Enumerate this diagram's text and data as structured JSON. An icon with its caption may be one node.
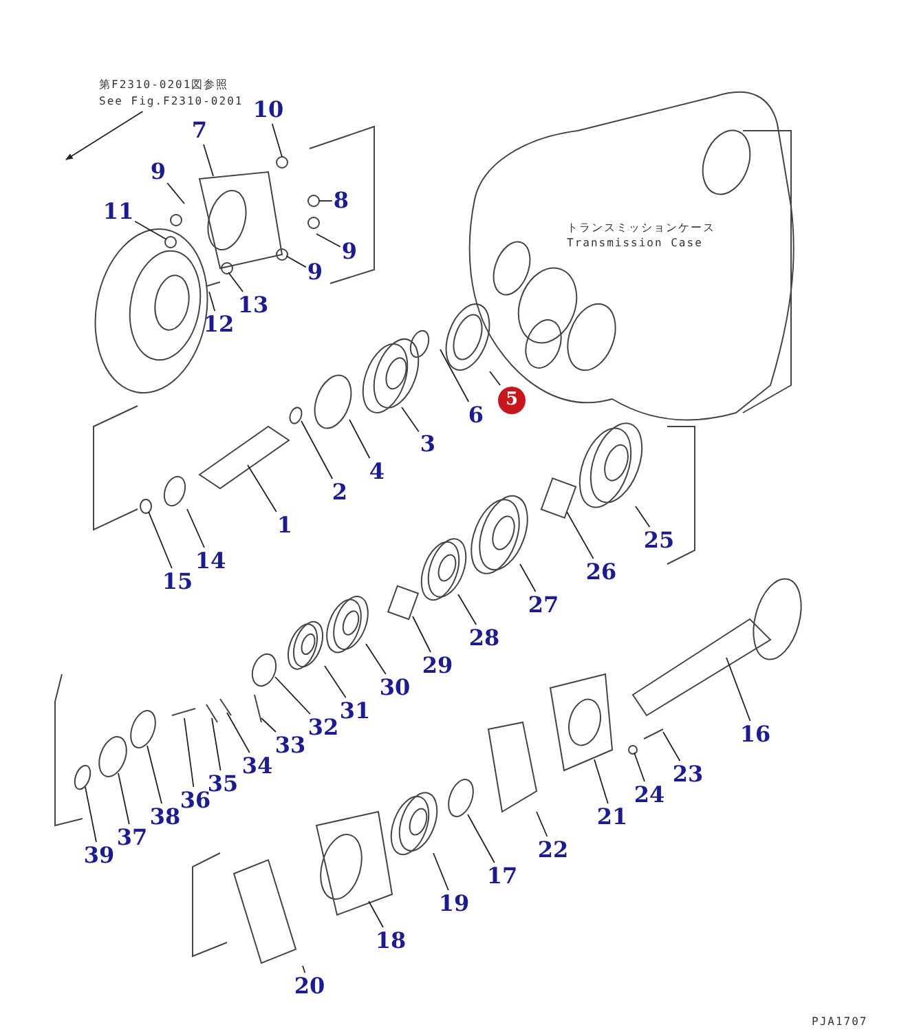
{
  "diagram": {
    "nodes": [
      {
        "text": [
          "第F2310-0201図参照",
          "See Fig.F2310-0201"
        ]
      },
      {
        "text": [
          "10"
        ]
      },
      {
        "text": [
          "7"
        ]
      },
      {
        "text": [
          "9"
        ]
      },
      {
        "text": [
          "11"
        ]
      },
      {
        "text": [
          "8"
        ]
      },
      {
        "text": [
          "9"
        ]
      },
      {
        "text": [
          "9"
        ]
      },
      {
        "text": [
          "13"
        ]
      },
      {
        "text": [
          "12"
        ]
      },
      {
        "text": [
          "6"
        ]
      },
      {
        "text": [
          "5"
        ]
      },
      {
        "text": [
          "3"
        ]
      },
      {
        "text": [
          "4"
        ]
      },
      {
        "text": [
          "2"
        ]
      },
      {
        "text": [
          "1"
        ]
      },
      {
        "text": [
          "25"
        ]
      },
      {
        "text": [
          "14"
        ]
      },
      {
        "text": [
          "15"
        ]
      },
      {
        "text": [
          "26"
        ]
      },
      {
        "text": [
          "27"
        ]
      },
      {
        "text": [
          "28"
        ]
      },
      {
        "text": [
          "29"
        ]
      },
      {
        "text": [
          "30"
        ]
      },
      {
        "text": [
          "31"
        ]
      },
      {
        "text": [
          "32"
        ]
      },
      {
        "text": [
          "33"
        ]
      },
      {
        "text": [
          "34"
        ]
      },
      {
        "text": [
          "35"
        ]
      },
      {
        "text": [
          "36"
        ]
      },
      {
        "text": [
          "16"
        ]
      },
      {
        "text": [
          "38"
        ]
      },
      {
        "text": [
          "23"
        ]
      },
      {
        "text": [
          "24"
        ]
      },
      {
        "text": [
          "37"
        ]
      },
      {
        "text": [
          "39"
        ]
      },
      {
        "text": [
          "21"
        ]
      },
      {
        "text": [
          "22"
        ]
      },
      {
        "text": [
          "17"
        ]
      },
      {
        "text": [
          "19"
        ]
      },
      {
        "text": [
          "18"
        ]
      },
      {
        "text": [
          "20"
        ]
      }
    ],
    "edges": [
      {
        "from": 0,
        "to": null,
        "arrow": "to"
      },
      {
        "from": 1,
        "to": null,
        "arrow": "none"
      },
      {
        "from": 2,
        "to": null,
        "arrow": "none"
      },
      {
        "from": 3,
        "to": null,
        "arrow": "none"
      },
      {
        "from": 4,
        "to": null,
        "arrow": "none"
      },
      {
        "from": 5,
        "to": null,
        "arrow": "none"
      },
      {
        "from": 6,
        "to": null,
        "arrow": "none"
      },
      {
        "from": 7,
        "to": null,
        "arrow": "none"
      },
      {
        "from": 8,
        "to": null,
        "arrow": "none"
      },
      {
        "from": 9,
        "to": null,
        "arrow": "none"
      },
      {
        "from": 10,
        "to": null,
        "arrow": "none"
      },
      {
        "from": 11,
        "to": null,
        "arrow": "none"
      },
      {
        "from": 12,
        "to": null,
        "arrow": "none"
      },
      {
        "from": 13,
        "to": null,
        "arrow": "none"
      },
      {
        "from": 14,
        "to": null,
        "arrow": "none"
      },
      {
        "from": 15,
        "to": null,
        "arrow": "none"
      },
      {
        "from": 16,
        "to": null,
        "arrow": "none"
      },
      {
        "from": 17,
        "to": null,
        "arrow": "none"
      },
      {
        "from": 18,
        "to": null,
        "arrow": "none"
      },
      {
        "from": 19,
        "to": null,
        "arrow": "none"
      },
      {
        "from": 20,
        "to": null,
        "arrow": "none"
      },
      {
        "from": 21,
        "to": null,
        "arrow": "none"
      },
      {
        "from": 22,
        "to": null,
        "arrow": "none"
      },
      {
        "from": 23,
        "to": null,
        "arrow": "none"
      },
      {
        "from": 24,
        "to": null,
        "arrow": "none"
      },
      {
        "from": 25,
        "to": null,
        "arrow": "none"
      },
      {
        "from": 26,
        "to": null,
        "arrow": "none"
      },
      {
        "from": 27,
        "to": null,
        "arrow": "none"
      },
      {
        "from": 28,
        "to": null,
        "arrow": "none"
      },
      {
        "from": 29,
        "to": null,
        "arrow": "none"
      },
      {
        "from": 30,
        "to": null,
        "arrow": "none"
      },
      {
        "from": 31,
        "to": null,
        "arrow": "none"
      },
      {
        "from": 32,
        "to": null,
        "arrow": "none"
      },
      {
        "from": 33,
        "to": null,
        "arrow": "none"
      },
      {
        "from": 34,
        "to": null,
        "arrow": "none"
      },
      {
        "from": 35,
        "to": null,
        "arrow": "none"
      },
      {
        "from": 36,
        "to": null,
        "arrow": "none"
      },
      {
        "from": 37,
        "to": null,
        "arrow": "none"
      },
      {
        "from": 38,
        "to": null,
        "arrow": "none"
      },
      {
        "from": 39,
        "to": null,
        "arrow": "none"
      },
      {
        "from": 40,
        "to": null,
        "arrow": "none"
      },
      {
        "from": 41,
        "to": null,
        "arrow": "none"
      }
    ],
    "labels": [
      "トランスミッションケース",
      "Transmission Case",
      "PJA1707"
    ]
  }
}
